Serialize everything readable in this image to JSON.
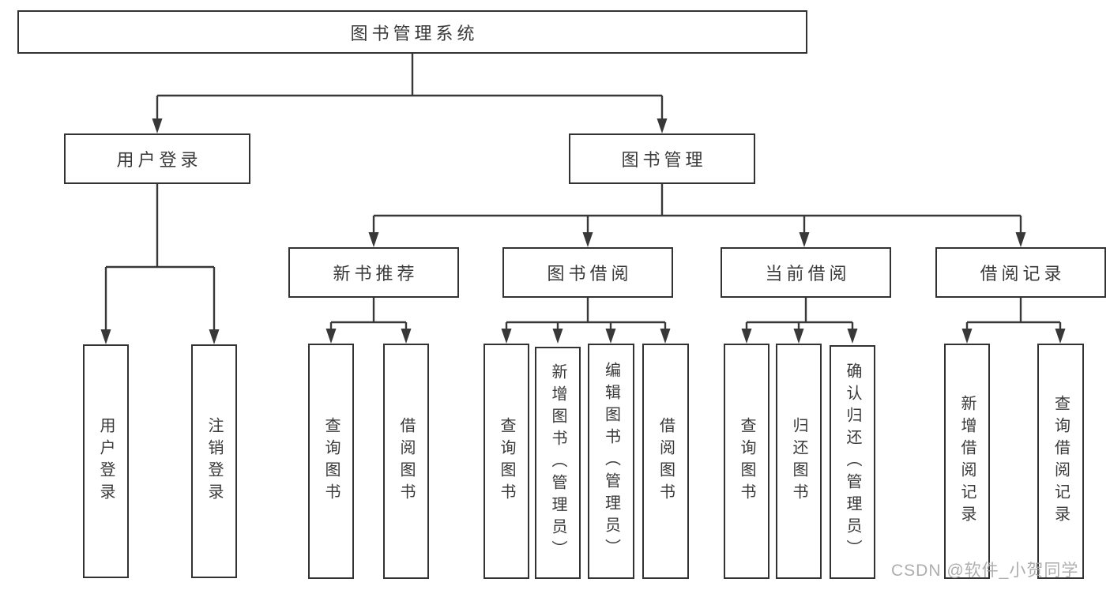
{
  "tree": {
    "root": {
      "label": "图书管理系统"
    },
    "level2": [
      {
        "label": "用户登录",
        "children": [
          {
            "label": "用户登录"
          },
          {
            "label": "注销登录"
          }
        ]
      },
      {
        "label": "图书管理",
        "children": [
          {
            "label": "新书推荐",
            "children": [
              {
                "label": "查询图书"
              },
              {
                "label": "借阅图书"
              }
            ]
          },
          {
            "label": "图书借阅",
            "children": [
              {
                "label": "查询图书"
              },
              {
                "label": "新增图书（管理员）"
              },
              {
                "label": "编辑图书（管理员）"
              },
              {
                "label": "借阅图书"
              }
            ]
          },
          {
            "label": "当前借阅",
            "children": [
              {
                "label": "查询图书"
              },
              {
                "label": "归还图书"
              },
              {
                "label": "确认归还（管理员）"
              }
            ]
          },
          {
            "label": "借阅记录",
            "children": [
              {
                "label": "新增借阅记录"
              },
              {
                "label": "查询借阅记录"
              }
            ]
          }
        ]
      }
    ]
  },
  "watermark": "CSDN @软件_小贺同学",
  "colors": {
    "line": "#383838",
    "box_border": "#323232",
    "text": "#3a3a3a",
    "watermark": "#a5a5a5",
    "background": "#ffffff"
  }
}
